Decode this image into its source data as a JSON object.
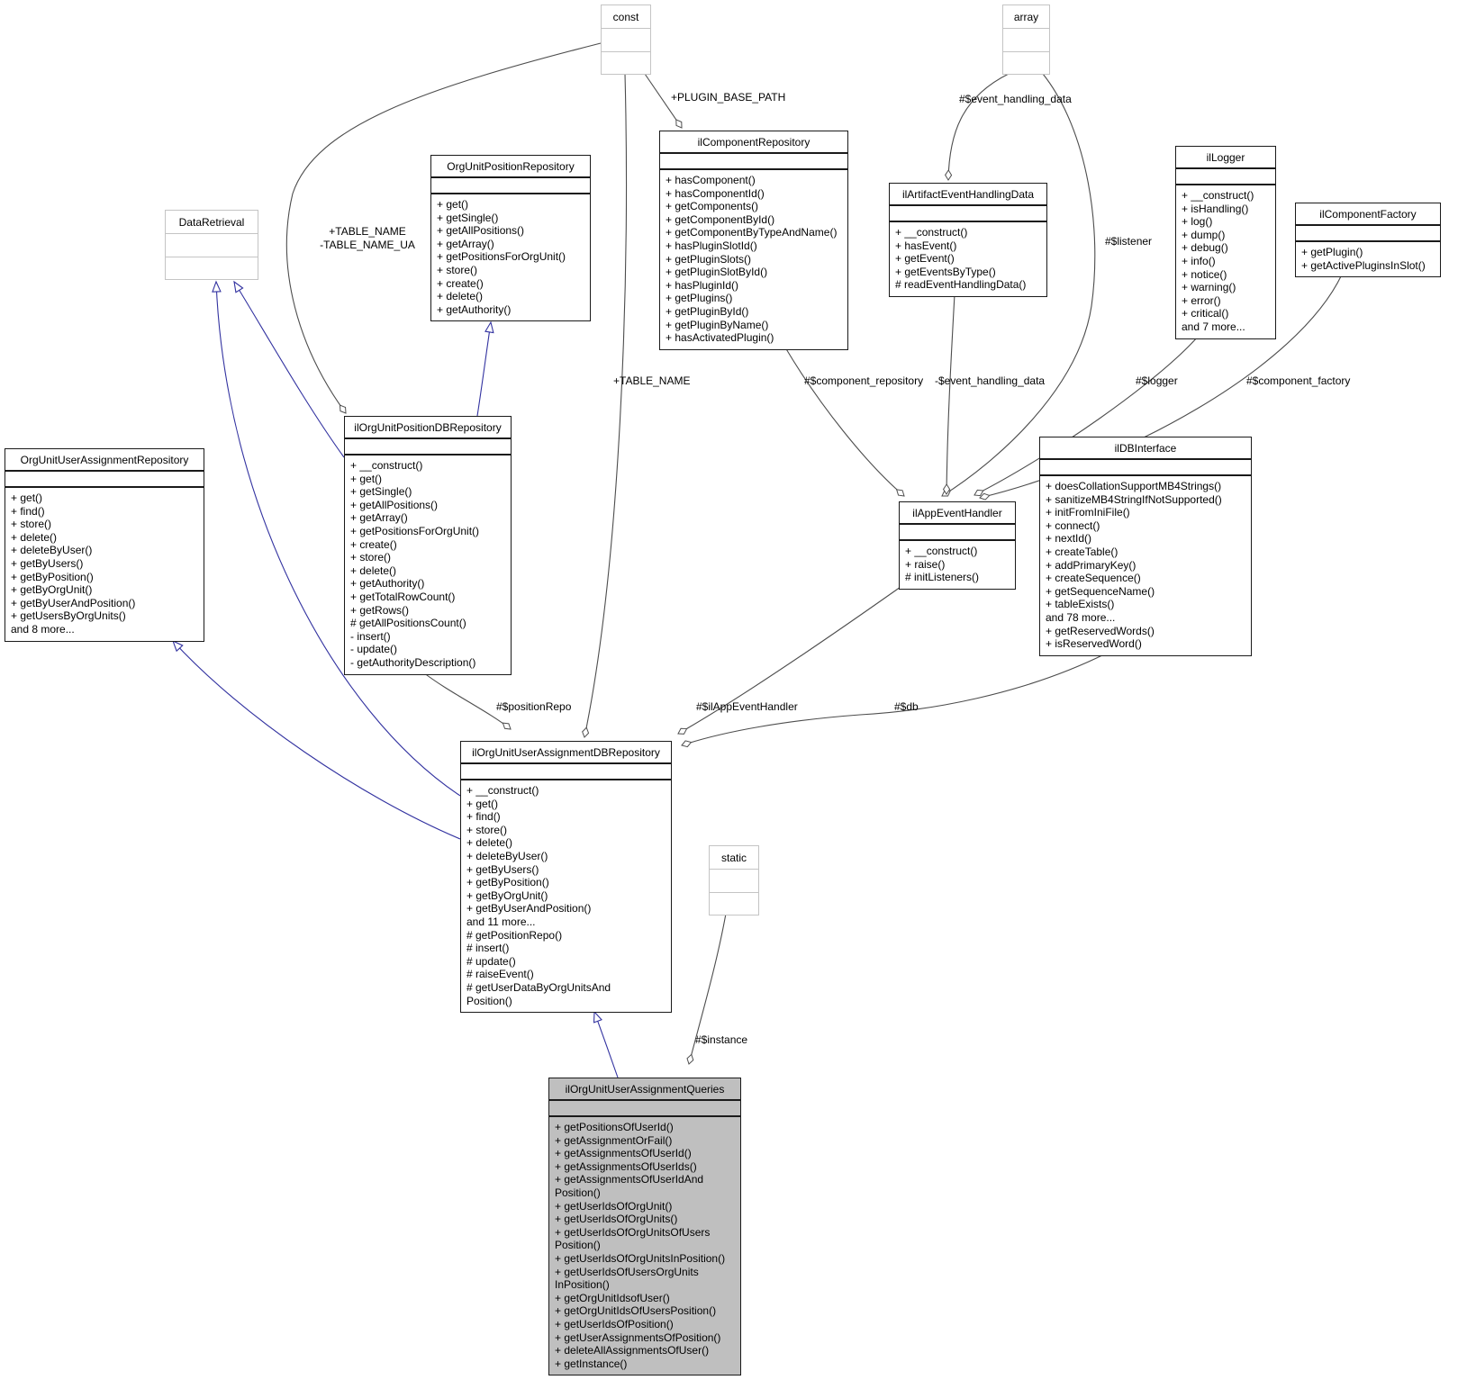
{
  "diagram": {
    "kind": "uml-collaboration-diagram"
  },
  "colors": {
    "usage_edge": "#4d4d4d",
    "inheritance_edge": "#3232a0",
    "current_class_fill": "#bfbfbf",
    "external_border": "#c4c4c4"
  },
  "classes": [
    {
      "id": "const",
      "name": "const",
      "external": true,
      "methods": []
    },
    {
      "id": "array",
      "name": "array",
      "external": true,
      "methods": []
    },
    {
      "id": "DataRetrieval",
      "name": "DataRetrieval",
      "external": true,
      "methods": []
    },
    {
      "id": "OrgUnitPositionRepository",
      "name": "OrgUnitPositionRepository",
      "methods": [
        "+ get()",
        "+ getSingle()",
        "+ getAllPositions()",
        "+ getArray()",
        "+ getPositionsForOrgUnit()",
        "+ store()",
        "+ create()",
        "+ delete()",
        "+ getAuthority()"
      ]
    },
    {
      "id": "ilComponentRepository",
      "name": "ilComponentRepository",
      "methods": [
        "+ hasComponent()",
        "+ hasComponentId()",
        "+ getComponents()",
        "+ getComponentById()",
        "+ getComponentByTypeAndName()",
        "+ hasPluginSlotId()",
        "+ getPluginSlots()",
        "+ getPluginSlotById()",
        "+ hasPluginId()",
        "+ getPlugins()",
        "+ getPluginById()",
        "+ getPluginByName()",
        "+ hasActivatedPlugin()"
      ]
    },
    {
      "id": "ilArtifactEventHandlingData",
      "name": "ilArtifactEventHandlingData",
      "methods": [
        "+ __construct()",
        "+ hasEvent()",
        "+ getEvent()",
        "+ getEventsByType()",
        "# readEventHandlingData()"
      ]
    },
    {
      "id": "ilLogger",
      "name": "ilLogger",
      "methods": [
        "+ __construct()",
        "+ isHandling()",
        "+ log()",
        "+ dump()",
        "+ debug()",
        "+ info()",
        "+ notice()",
        "+ warning()",
        "+ error()",
        "+ critical()",
        "and 7 more..."
      ]
    },
    {
      "id": "ilComponentFactory",
      "name": "ilComponentFactory",
      "methods": [
        "+ getPlugin()",
        "+ getActivePluginsInSlot()"
      ]
    },
    {
      "id": "OrgUnitUserAssignmentRepository",
      "name": "OrgUnitUserAssignmentRepository",
      "methods": [
        "+ get()",
        "+ find()",
        "+ store()",
        "+ delete()",
        "+ deleteByUser()",
        "+ getByUsers()",
        "+ getByPosition()",
        "+ getByOrgUnit()",
        "+ getByUserAndPosition()",
        "+ getUsersByOrgUnits()",
        "and 8 more..."
      ]
    },
    {
      "id": "ilOrgUnitPositionDBRepository",
      "name": "ilOrgUnitPositionDBRepository",
      "methods": [
        "+ __construct()",
        "+ get()",
        "+ getSingle()",
        "+ getAllPositions()",
        "+ getArray()",
        "+ getPositionsForOrgUnit()",
        "+ create()",
        "+ store()",
        "+ delete()",
        "+ getAuthority()",
        "+ getTotalRowCount()",
        "+ getRows()",
        "# getAllPositionsCount()",
        "- insert()",
        "- update()",
        "- getAuthorityDescription()"
      ]
    },
    {
      "id": "ilAppEventHandler",
      "name": "ilAppEventHandler",
      "methods": [
        "+ __construct()",
        "+ raise()",
        "# initListeners()"
      ]
    },
    {
      "id": "ilDBInterface",
      "name": "ilDBInterface",
      "methods": [
        "+ doesCollationSupportMB4Strings()",
        "+ sanitizeMB4StringIfNotSupported()",
        "+ initFromIniFile()",
        "+ connect()",
        "+ nextId()",
        "+ createTable()",
        "+ addPrimaryKey()",
        "+ createSequence()",
        "+ getSequenceName()",
        "+ tableExists()",
        "and 78 more...",
        "+ getReservedWords()",
        "+ isReservedWord()"
      ]
    },
    {
      "id": "ilOrgUnitUserAssignmentDBRepository",
      "name": "ilOrgUnitUserAssignmentDBRepository",
      "methods": [
        "+ __construct()",
        "+ get()",
        "+ find()",
        "+ store()",
        "+ delete()",
        "+ deleteByUser()",
        "+ getByUsers()",
        "+ getByPosition()",
        "+ getByOrgUnit()",
        "+ getByUserAndPosition()",
        "and 11 more...",
        "# getPositionRepo()",
        "# insert()",
        "# update()",
        "# raiseEvent()",
        "# getUserDataByOrgUnitsAnd",
        "Position()"
      ]
    },
    {
      "id": "static",
      "name": "static",
      "external": true,
      "methods": []
    },
    {
      "id": "ilOrgUnitUserAssignmentQueries",
      "name": "ilOrgUnitUserAssignmentQueries",
      "current": true,
      "methods": [
        "+ getPositionsOfUserId()",
        "+ getAssignmentOrFail()",
        "+ getAssignmentsOfUserId()",
        "+ getAssignmentsOfUserIds()",
        "+ getAssignmentsOfUserIdAnd",
        "Position()",
        "+ getUserIdsOfOrgUnit()",
        "+ getUserIdsOfOrgUnits()",
        "+ getUserIdsOfOrgUnitsOfUsers",
        "Position()",
        "+ getUserIdsOfOrgUnitsInPosition()",
        "+ getUserIdsOfUsersOrgUnits",
        "InPosition()",
        "+ getOrgUnitIdsofUser()",
        "+ getOrgUnitIdsOfUsersPosition()",
        "+ getUserIdsOfPosition()",
        "+ getUserAssignmentsOfPosition()",
        "+ deleteAllAssignmentsOfUser()",
        "+ getInstance()"
      ]
    }
  ],
  "edges": [
    {
      "from": "const",
      "to": "ilOrgUnitPositionDBRepository",
      "kind": "usage",
      "label": "+TABLE_NAME\n-TABLE_NAME_UA"
    },
    {
      "from": "const",
      "to": "ilOrgUnitUserAssignmentDBRepository",
      "kind": "usage",
      "label": "+TABLE_NAME"
    },
    {
      "from": "const",
      "to": "ilComponentRepository",
      "kind": "usage",
      "label": "+PLUGIN_BASE_PATH"
    },
    {
      "from": "array",
      "to": "ilArtifactEventHandlingData",
      "kind": "usage",
      "label": "#$event_handling_data"
    },
    {
      "from": "array",
      "to": "ilAppEventHandler",
      "kind": "usage",
      "label": "#$listener"
    },
    {
      "from": "ilComponentRepository",
      "to": "ilAppEventHandler",
      "kind": "usage",
      "label": "#$component_repository"
    },
    {
      "from": "ilArtifactEventHandlingData",
      "to": "ilAppEventHandler",
      "kind": "usage",
      "label": "-$event_handling_data"
    },
    {
      "from": "ilLogger",
      "to": "ilAppEventHandler",
      "kind": "usage",
      "label": "#$logger"
    },
    {
      "from": "ilComponentFactory",
      "to": "ilAppEventHandler",
      "kind": "usage",
      "label": "#$component_factory"
    },
    {
      "from": "ilOrgUnitPositionDBRepository",
      "to": "ilOrgUnitUserAssignmentDBRepository",
      "kind": "usage",
      "label": "#$positionRepo"
    },
    {
      "from": "ilAppEventHandler",
      "to": "ilOrgUnitUserAssignmentDBRepository",
      "kind": "usage",
      "label": "#$ilAppEventHandler"
    },
    {
      "from": "ilDBInterface",
      "to": "ilOrgUnitUserAssignmentDBRepository",
      "kind": "usage",
      "label": "#$db"
    },
    {
      "from": "static",
      "to": "ilOrgUnitUserAssignmentQueries",
      "kind": "usage",
      "label": "#$instance"
    },
    {
      "from": "ilOrgUnitPositionDBRepository",
      "to": "OrgUnitPositionRepository",
      "kind": "inheritance",
      "label": ""
    },
    {
      "from": "ilOrgUnitPositionDBRepository",
      "to": "DataRetrieval",
      "kind": "inheritance",
      "label": ""
    },
    {
      "from": "ilOrgUnitUserAssignmentDBRepository",
      "to": "DataRetrieval",
      "kind": "inheritance",
      "label": ""
    },
    {
      "from": "ilOrgUnitUserAssignmentDBRepository",
      "to": "OrgUnitUserAssignmentRepository",
      "kind": "inheritance",
      "label": ""
    },
    {
      "from": "ilOrgUnitUserAssignmentQueries",
      "to": "ilOrgUnitUserAssignmentDBRepository",
      "kind": "inheritance",
      "label": ""
    }
  ]
}
